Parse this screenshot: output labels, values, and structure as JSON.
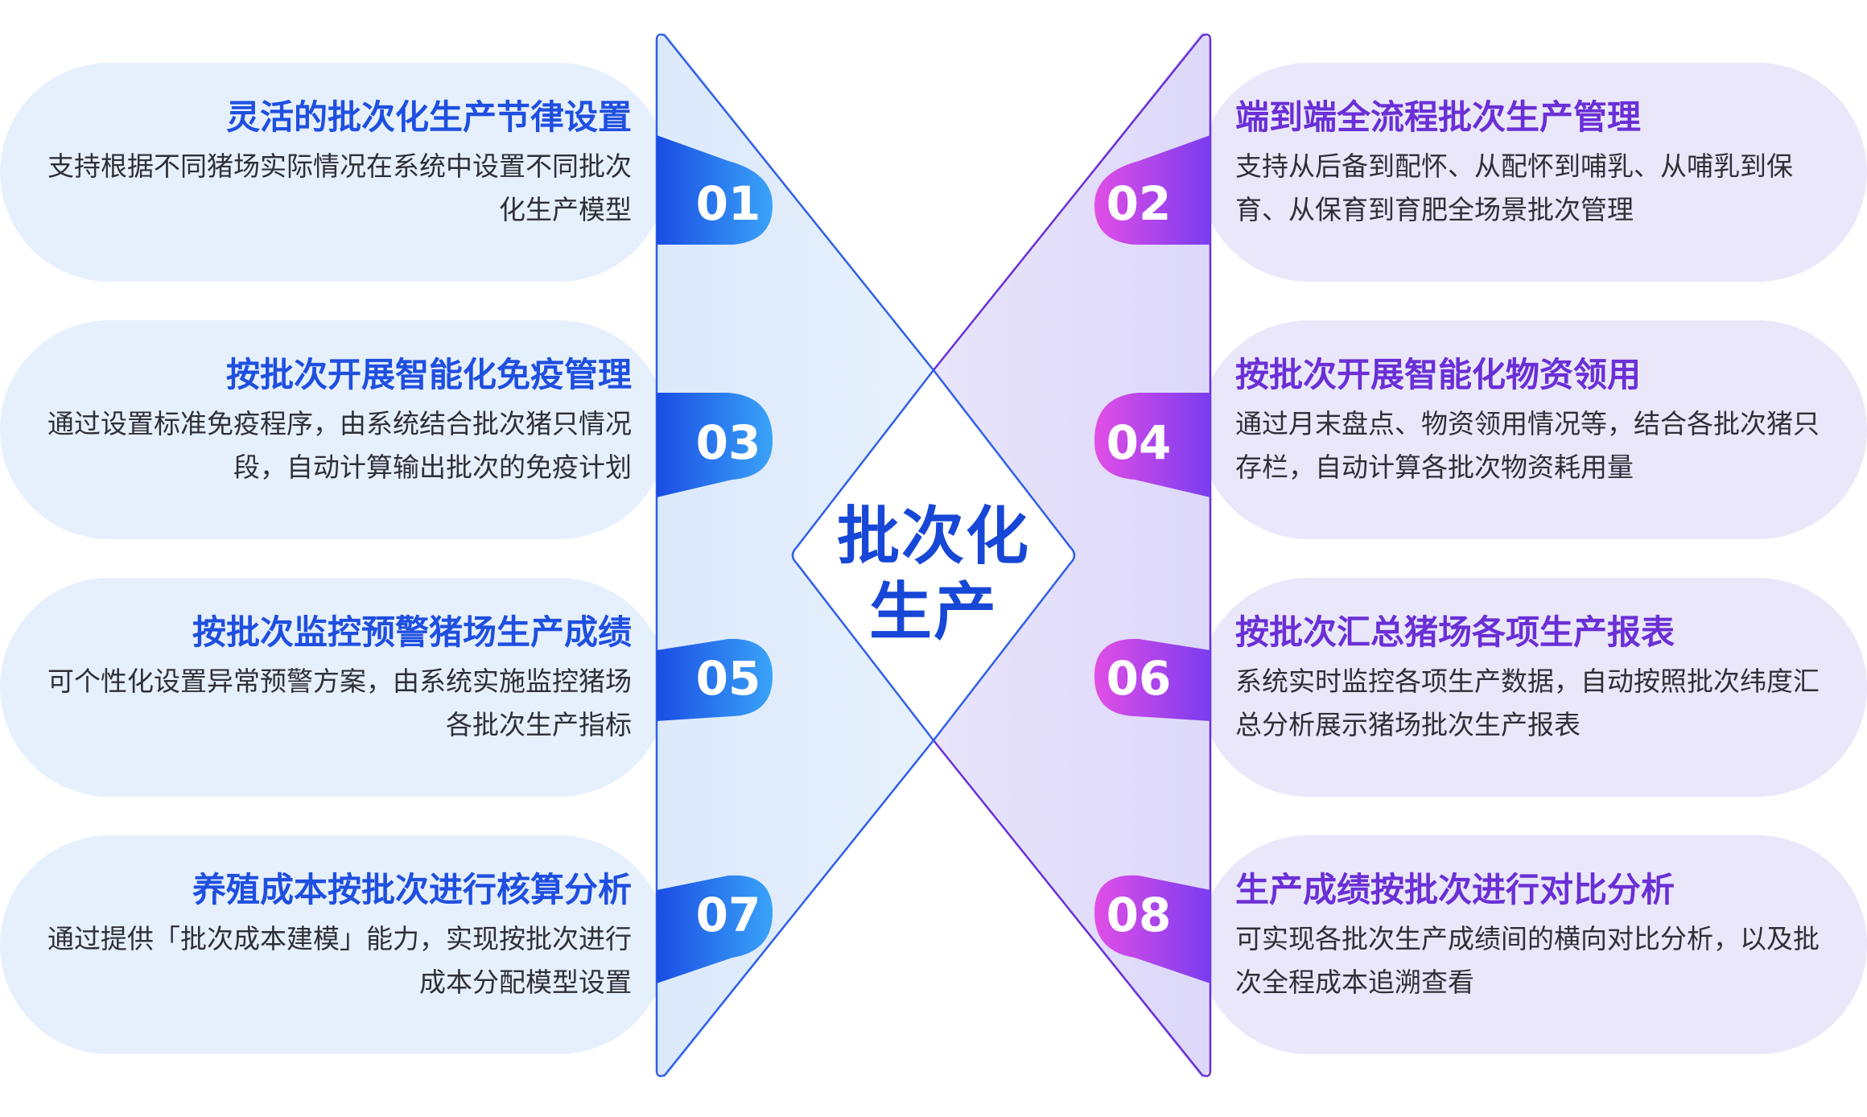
{
  "center": {
    "title_line1": "批次化",
    "title_line2": "生产"
  },
  "colors": {
    "left_card_bg": "#e6f0fd",
    "right_card_bg": "#eae7fb",
    "left_accent": "#1f4fe0",
    "right_accent": "#6a2fd6",
    "left_badge_gradient": [
      "#1a4de3",
      "#3aa3f8"
    ],
    "right_badge_gradient": [
      "#e24ee6",
      "#7a3cf0"
    ]
  },
  "items": [
    {
      "num": "01",
      "title": "灵活的批次化生产节律设置",
      "desc": "支持根据不同猪场实际情况在系统中设置不同批次化生产模型"
    },
    {
      "num": "02",
      "title": "端到端全流程批次生产管理",
      "desc": "支持从后备到配怀、从配怀到哺乳、从哺乳到保育、从保育到育肥全场景批次管理"
    },
    {
      "num": "03",
      "title": "按批次开展智能化免疫管理",
      "desc": "通过设置标准免疫程序，由系统结合批次猪只情况段，自动计算输出批次的免疫计划"
    },
    {
      "num": "04",
      "title": "按批次开展智能化物资领用",
      "desc": "通过月末盘点、物资领用情况等，结合各批次猪只存栏，自动计算各批次物资耗用量"
    },
    {
      "num": "05",
      "title": "按批次监控预警猪场生产成绩",
      "desc": "可个性化设置异常预警方案，由系统实施监控猪场各批次生产指标"
    },
    {
      "num": "06",
      "title": "按批次汇总猪场各项生产报表",
      "desc": "系统实时监控各项生产数据，自动按照批次纬度汇总分析展示猪场批次生产报表"
    },
    {
      "num": "07",
      "title": "养殖成本按批次进行核算分析",
      "desc": "通过提供「批次成本建模」能力，实现按批次进行成本分配模型设置"
    },
    {
      "num": "08",
      "title": "生产成绩按批次进行对比分析",
      "desc": "可实现各批次生产成绩间的横向对比分析，以及批次全程成本追溯查看"
    }
  ]
}
